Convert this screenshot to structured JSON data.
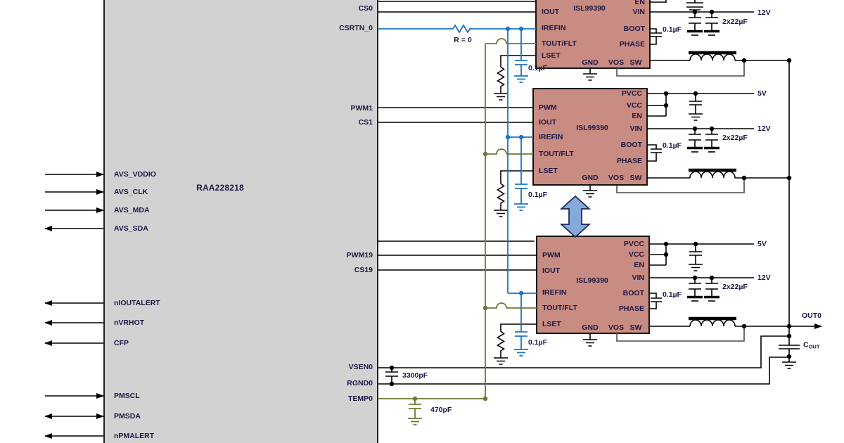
{
  "diagram": {
    "controller": {
      "part": "RAA228218",
      "left_pins": [
        {
          "label": "AVS_VDDIO",
          "dir": "in"
        },
        {
          "label": "AVS_CLK",
          "dir": "in"
        },
        {
          "label": "AVS_MDA",
          "dir": "in"
        },
        {
          "label": "AVS_SDA",
          "dir": "out"
        },
        {
          "label": "nIOUTALERT",
          "dir": "out"
        },
        {
          "label": "nVRHOT",
          "dir": "out"
        },
        {
          "label": "CFP",
          "dir": "out"
        },
        {
          "label": "PMSCL",
          "dir": "in"
        },
        {
          "label": "PMSDA",
          "dir": "bidirectional"
        },
        {
          "label": "nPMALERT",
          "dir": "out"
        }
      ],
      "right_pins": [
        "CS0",
        "CSRTN_0",
        "PWM1",
        "CS1",
        "PWM19",
        "CS19",
        "VSEN0",
        "RGND0",
        "TEMP0"
      ]
    },
    "power_stage": {
      "part": "ISL99390",
      "left_pins": [
        "PWM",
        "IOUT",
        "IREFIN",
        "TOUT/FLT",
        "LSET"
      ],
      "right_pins": [
        "PVCC",
        "VCC",
        "EN",
        "VIN",
        "BOOT",
        "PHASE"
      ],
      "bottom_pins": [
        "GND",
        "VOS",
        "SW"
      ]
    },
    "labels": {
      "rail_5v": "5V",
      "rail_12v": "12V",
      "input_caps": "2x22µF",
      "boot_cap": "0.1µF",
      "iref_cap": "0.1µF",
      "iref_resistor": "R = 0",
      "vsen_cap": "3300pF",
      "temp_cap": "470pF",
      "output_net": "OUT0",
      "output_cap_main": "C",
      "output_cap_sub": "OUT"
    },
    "colors": {
      "controller_fill": "#d2d2d2",
      "power_stage_fill": "#c98c82",
      "wire_blue": "#1b74c5",
      "wire_olive": "#6b7a33",
      "repeat_arrow_fill": "#85a9dc"
    }
  }
}
